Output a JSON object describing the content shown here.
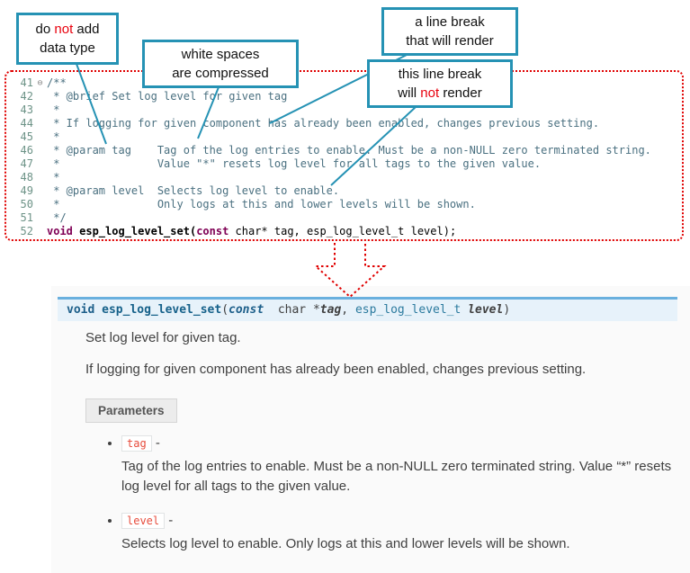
{
  "callouts": {
    "no_datatype": {
      "l1a": "do ",
      "l1b": "not",
      "l1c": " add",
      "l2": "data type"
    },
    "whitespace": {
      "l1": "white spaces",
      "l2": "are compressed"
    },
    "break_render": {
      "l1": "a line break",
      "l2": "that will render"
    },
    "break_norender": {
      "l1": "this line break",
      "l2a": "will ",
      "l2b": "not",
      "l2c": " render"
    }
  },
  "code": {
    "lines": [
      {
        "num": "41",
        "fold": "⊖",
        "text": "/**"
      },
      {
        "num": "42",
        "text": " * @brief Set log level for given tag"
      },
      {
        "num": "43",
        "text": " *"
      },
      {
        "num": "44",
        "text": " * If logging for given component has already been enabled, changes previous setting."
      },
      {
        "num": "45",
        "text": " *"
      },
      {
        "num": "46",
        "text": " * @param tag    Tag of the log entries to enable. Must be a non-NULL zero terminated string."
      },
      {
        "num": "47",
        "text": " *               Value \"*\" resets log level for all tags to the given value."
      },
      {
        "num": "48",
        "text": " *"
      },
      {
        "num": "49",
        "text": " * @param level  Selects log level to enable."
      },
      {
        "num": "50",
        "text": " *               Only logs at this and lower levels will be shown."
      },
      {
        "num": "51",
        "text": " */"
      }
    ],
    "declaration": {
      "num": "52",
      "kw_void": "void",
      "name": " esp_log_level_set(",
      "kw_const": "const",
      "tail": " char* tag, esp_log_level_t level);"
    }
  },
  "doc": {
    "signature": {
      "kw": "void",
      "name": " esp_log_level_set",
      "open": "(",
      "const_kw": "const",
      "char_part": "  char *",
      "tag": "tag",
      "sep": ", ",
      "type": "esp_log_level_t ",
      "level": "level",
      "close": ")"
    },
    "brief": "Set log level for given tag.",
    "description": "If logging for given component has already been enabled, changes previous setting.",
    "parameters_label": "Parameters",
    "params": [
      {
        "name": "tag",
        "dash": "-",
        "desc": "Tag of the log entries to enable. Must be a non-NULL zero terminated string. Value “*” resets log level for all tags to the given value."
      },
      {
        "name": "level",
        "dash": "-",
        "desc": "Selects log level to enable. Only logs at this and lower levels will be shown."
      }
    ]
  },
  "colors": {
    "callout_border": "#2592b4",
    "dotted_border": "#e00000",
    "signature_bg": "#e7f2fa",
    "signature_top_border": "#6ab0de",
    "param_code_text": "#e74c3c",
    "comment_text": "#4a7080"
  }
}
